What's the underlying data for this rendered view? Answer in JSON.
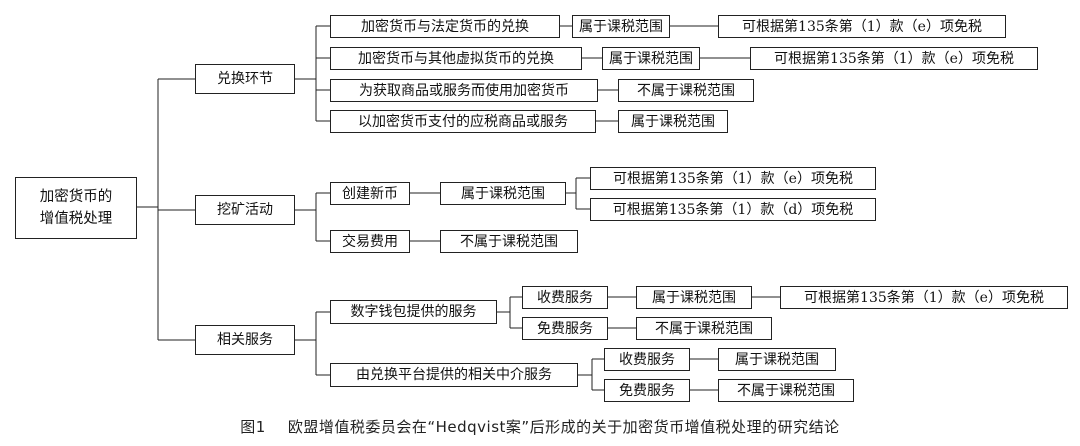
{
  "diagram": {
    "root": {
      "line1": "加密货币的",
      "line2": "增值税处理"
    },
    "branches": {
      "exchange": {
        "label": "兑换环节",
        "items": [
          {
            "label": "加密货币与法定货币的兑换",
            "status": "属于课税范围",
            "note": "可根据第135条第（1）款（e）项免税"
          },
          {
            "label": "加密货币与其他虚拟货币的兑换",
            "status": "属于课税范围",
            "note": "可根据第135条第（1）款（e）项免税"
          },
          {
            "label": "为获取商品或服务而使用加密货币",
            "status": "不属于课税范围"
          },
          {
            "label": "以加密货币支付的应税商品或服务",
            "status": "属于课税范围"
          }
        ]
      },
      "mining": {
        "label": "挖矿活动",
        "new_coin": {
          "label": "创建新币",
          "status": "属于课税范围",
          "notes": [
            "可根据第135条第（1）款（e）项免税",
            "可根据第135条第（1）款（d）项免税"
          ]
        },
        "fees": {
          "label": "交易费用",
          "status": "不属于课税范围"
        }
      },
      "services": {
        "label": "相关服务",
        "wallet": {
          "label": "数字钱包提供的服务",
          "paid": {
            "label": "收费服务",
            "status": "属于课税范围",
            "note": "可根据第135条第（1）款（e）项免税"
          },
          "free": {
            "label": "免费服务",
            "status": "不属于课税范围"
          }
        },
        "platform": {
          "label": "由兑换平台提供的相关中介服务",
          "paid": {
            "label": "收费服务",
            "status": "属于课税范围"
          },
          "free": {
            "label": "免费服务",
            "status": "不属于课税范围"
          }
        }
      }
    }
  },
  "caption": {
    "number": "图1",
    "text": "欧盟增值税委员会在“Hedqvist案”后形成的关于加密货币增值税处理的研究结论"
  }
}
